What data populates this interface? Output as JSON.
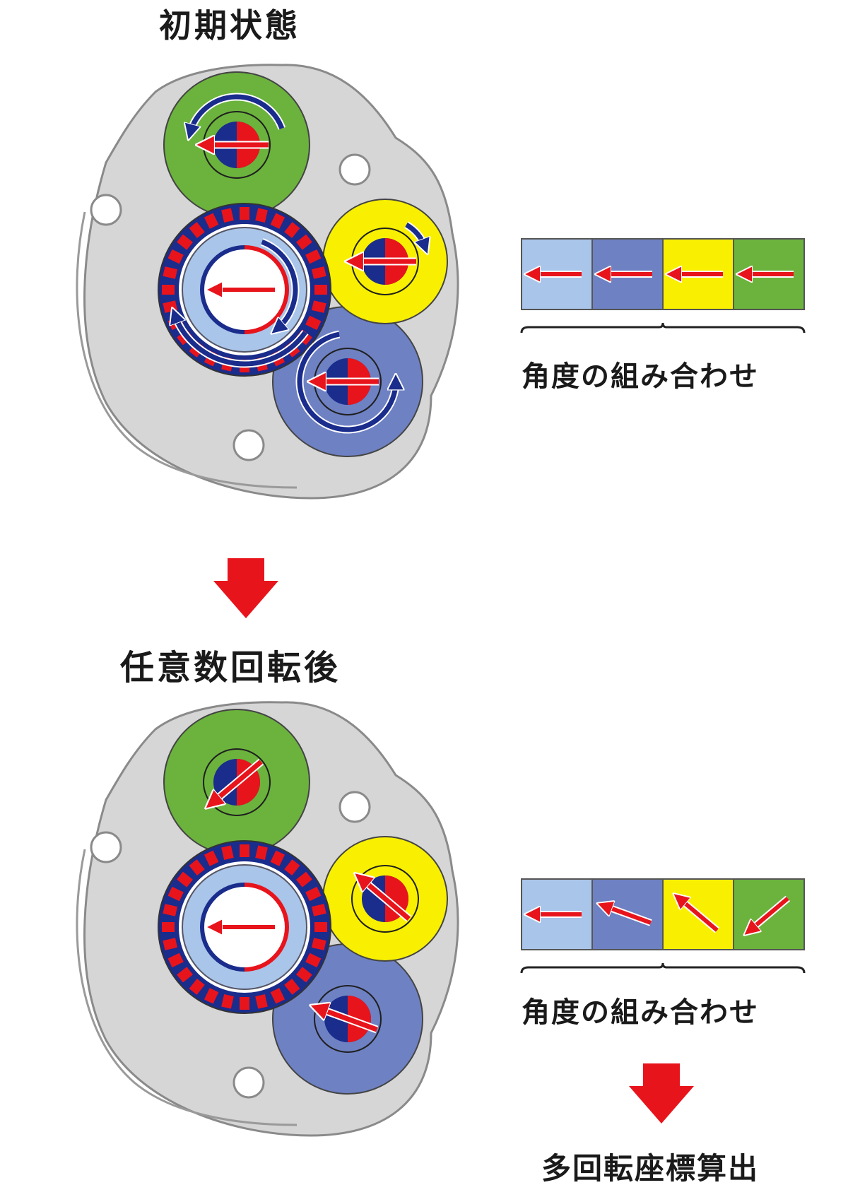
{
  "initial_state": {
    "title": "初期状態",
    "caption": "角度の組み合わせ",
    "combination": [
      {
        "color": "#a9c5e9",
        "angle_deg": 180
      },
      {
        "color": "#6e81c3",
        "angle_deg": 180
      },
      {
        "color": "#f8f000",
        "angle_deg": 180
      },
      {
        "color": "#6bb33d",
        "angle_deg": 180
      }
    ]
  },
  "after_rotation": {
    "title": "任意数回転後",
    "caption": "角度の組み合わせ",
    "combination": [
      {
        "color": "#a9c5e9",
        "angle_deg": 180
      },
      {
        "color": "#6e81c3",
        "angle_deg": 160
      },
      {
        "color": "#f8f000",
        "angle_deg": 140
      },
      {
        "color": "#6bb33d",
        "angle_deg": 220
      }
    ]
  },
  "result": {
    "label": "多回転座標算出"
  },
  "colors": {
    "accent_red": "#e8141c",
    "dark_blue": "#1a2c8c",
    "light_blue_gear": "#a9c5e9",
    "mid_blue_gear": "#6e81c3",
    "yellow_gear": "#f8f000",
    "green_gear": "#6bb33d",
    "housing": "#d6d6d6"
  },
  "icons": [
    "down-arrow-icon",
    "rotation-arrow-icon",
    "angle-arrow-icon"
  ]
}
